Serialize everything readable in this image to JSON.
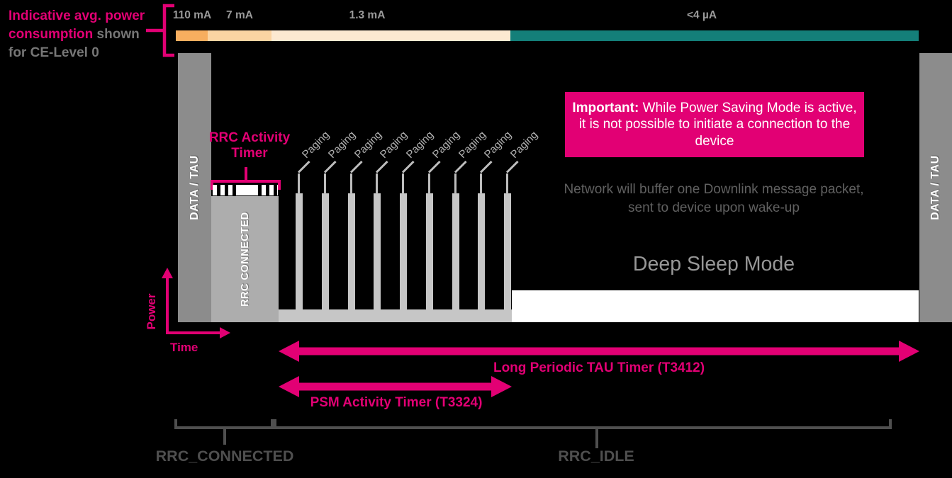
{
  "annotation": {
    "line1": "Indicative avg. power",
    "line2_highlight": "consumption",
    "line2_rest": " shown",
    "line3": "for CE-Level 0"
  },
  "power_scale": {
    "segments": [
      {
        "label": "110 mA",
        "color": "#F7AE5F"
      },
      {
        "label": "7 mA",
        "color": "#FBD4A2"
      },
      {
        "label": "1.3 mA",
        "color": "#FCE9D1"
      },
      {
        "label": "<4 µA",
        "color": "#147F79"
      }
    ]
  },
  "bars": {
    "data_tau_left": "DATA / TAU",
    "data_tau_right": "DATA / TAU",
    "rrc_connected": "RRC CONNECTED"
  },
  "timer": {
    "rrc_activity": "RRC Activity Timer"
  },
  "paging": {
    "label": "Paging",
    "count": 9
  },
  "important": {
    "title": "Important:",
    "body": " While Power Saving Mode is active, it is not possible to initiate a connection to the device"
  },
  "buffer_note": {
    "line1": "Network will buffer one Downlink message packet,",
    "line2": "sent to device upon wake-up"
  },
  "deep_sleep": {
    "label": "Deep Sleep Mode"
  },
  "axes": {
    "power": "Power",
    "time": "Time"
  },
  "timers": {
    "tau": "Long Periodic TAU Timer (T3412)",
    "psm": "PSM Activity Timer (T3324)"
  },
  "states": {
    "connected": "RRC_CONNECTED",
    "idle": "RRC_IDLE"
  },
  "colors": {
    "magenta": "#E20074",
    "teal": "#147F79",
    "bar_dark_gray": "#8C8C8C",
    "bar_mid_gray": "#ADADAD",
    "bar_light_gray": "#C6C6C6",
    "label_gray": "#9A9A9A",
    "state_gray": "#4F4F4F",
    "sleep_white": "#FFFFFF"
  }
}
